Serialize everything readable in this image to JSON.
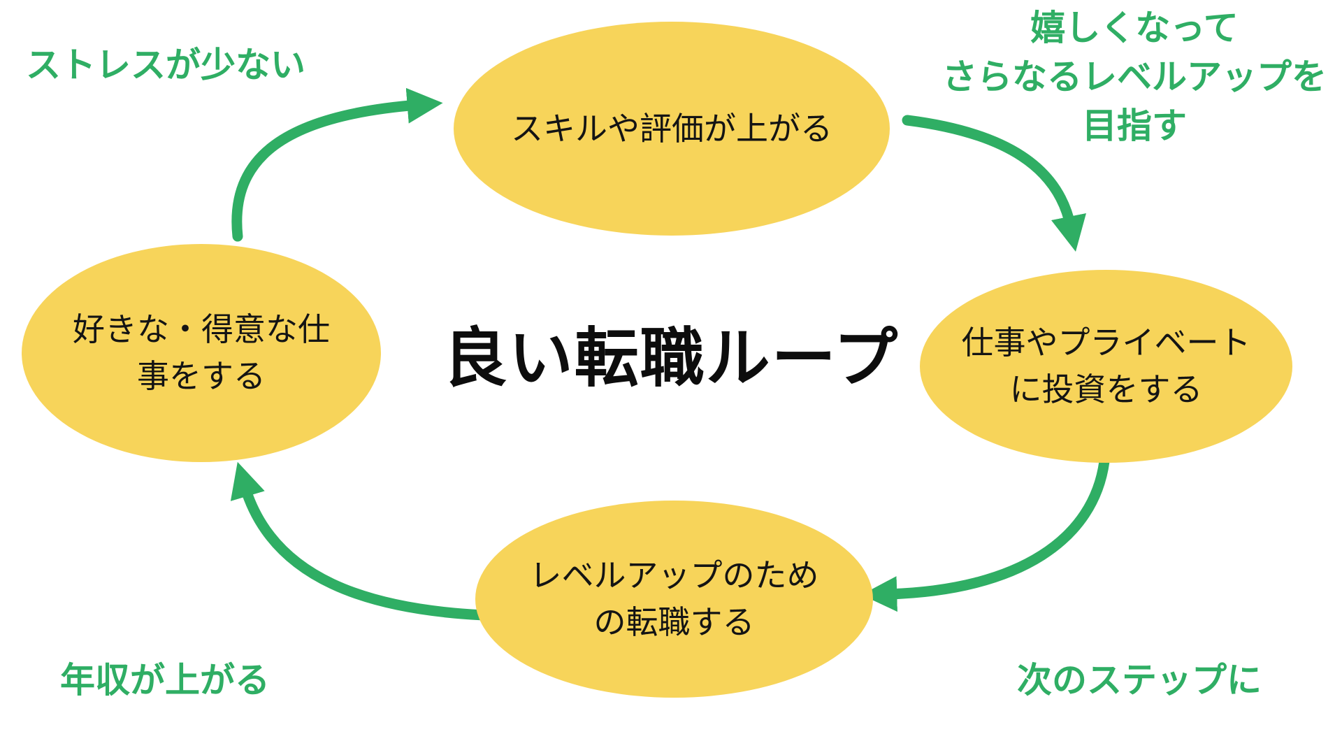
{
  "title": "良い転職ループ",
  "colors": {
    "green": "#2FAE64",
    "yellow": "#F7D45A",
    "text": "#141414"
  },
  "nodes": {
    "top": {
      "lines": [
        "スキルや評価が上がる"
      ]
    },
    "right": {
      "lines": [
        "仕事やプライベート",
        "に投資をする"
      ]
    },
    "bottom": {
      "lines": [
        "レベルアップのため",
        "の転職する"
      ]
    },
    "left": {
      "lines": [
        "好きな・得意な仕",
        "事をする"
      ]
    }
  },
  "notes": {
    "top_left": {
      "lines": [
        "ストレスが少ない"
      ]
    },
    "top_right": {
      "lines": [
        "嬉しくなって",
        "さらなるレベルアップを",
        "目指す"
      ]
    },
    "bottom_left": {
      "lines": [
        "年収が上がる"
      ]
    },
    "bottom_right": {
      "lines": [
        "次のステップに"
      ]
    }
  },
  "arrows": [
    {
      "name": "left-to-top"
    },
    {
      "name": "top-to-right"
    },
    {
      "name": "right-to-bottom"
    },
    {
      "name": "bottom-to-left"
    }
  ]
}
